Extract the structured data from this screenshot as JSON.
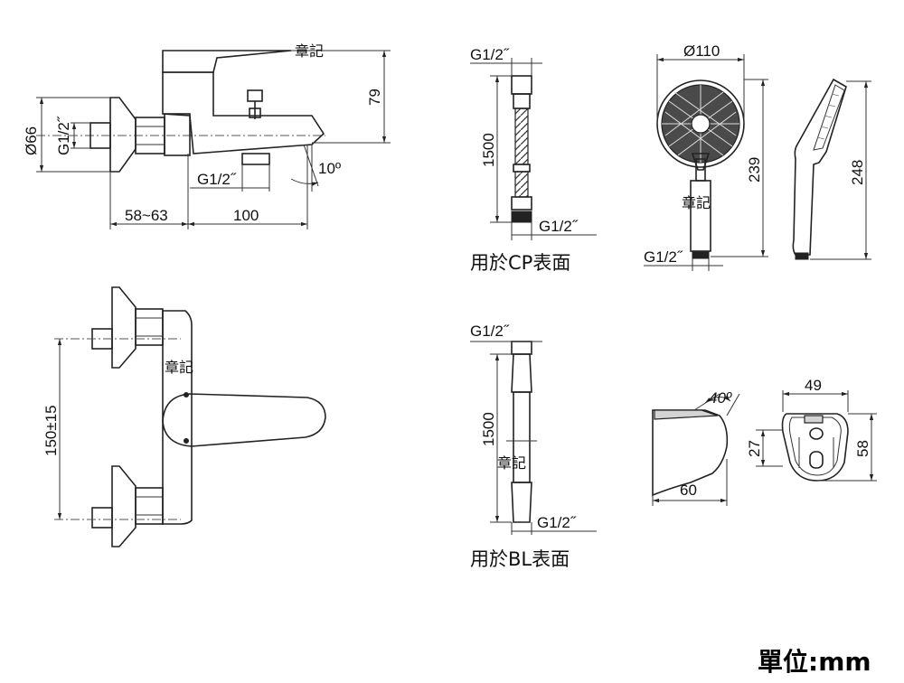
{
  "watermark": "章記",
  "unit_label": "單位:mm",
  "faucet_side": {
    "wall_diameter": "Ø66",
    "inlet_thread": "G1/2˝",
    "height": "79",
    "outlet_thread": "G1/2˝",
    "spout_angle": "10º",
    "wall_distance": "58~63",
    "spout_length": "100"
  },
  "faucet_front": {
    "center_distance": "150±15"
  },
  "hose_cp": {
    "top_thread": "G1/2˝",
    "length": "1500",
    "bottom_thread": "G1/2˝",
    "caption": "用於CP表面"
  },
  "hose_bl": {
    "top_thread": "G1/2˝",
    "length": "1500",
    "bottom_thread": "G1/2˝",
    "caption": "用於BL表面"
  },
  "hand_shower": {
    "diameter": "Ø110",
    "front_height": "239",
    "thread": "G1/2˝",
    "side_height": "248"
  },
  "holder": {
    "tilt_angle": "40º",
    "depth": "60",
    "width": "49",
    "hole_height": "27",
    "height": "58"
  }
}
